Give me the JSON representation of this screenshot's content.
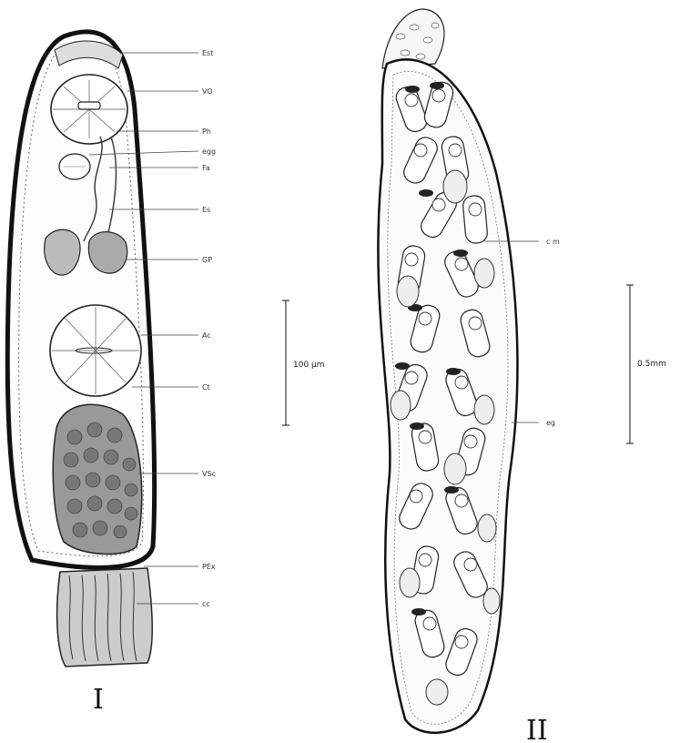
{
  "figure_1": {
    "number": "I",
    "labels": {
      "est": "Est",
      "vo": "VO",
      "ph": "Ph",
      "egg": "egg",
      "fa": "Fa",
      "es": "Es",
      "gp": "GP",
      "ac": "Ac",
      "ct": "Ct",
      "vsc": "VSc",
      "pex": "PEx",
      "cc": "cc"
    },
    "scale_bar": "100 µm"
  },
  "figure_2": {
    "number": "II",
    "labels": {
      "cm": "c m",
      "eg": "eg"
    },
    "scale_bar": "0.5mm"
  }
}
